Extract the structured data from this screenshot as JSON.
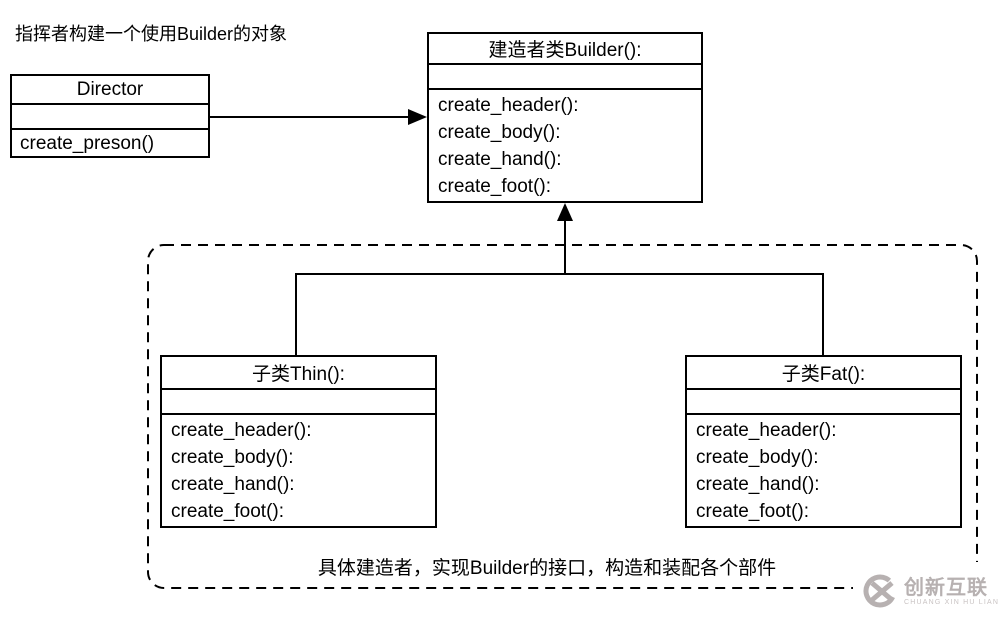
{
  "top_label": "指挥者构建一个使用Builder的对象",
  "director_box": {
    "title": "Director",
    "methods": [
      "create_preson()"
    ]
  },
  "builder_box": {
    "title": "建造者类Builder():",
    "methods": [
      "create_header():",
      "create_body():",
      "create_hand():",
      "create_foot():"
    ]
  },
  "thin_box": {
    "title": "子类Thin():",
    "methods": [
      "create_header():",
      "create_body():",
      "create_hand():",
      "create_foot():"
    ]
  },
  "fat_box": {
    "title": "子类Fat():",
    "methods": [
      "create_header():",
      "create_body():",
      "create_hand():",
      "create_foot():"
    ]
  },
  "caption": "具体建造者，实现Builder的接口，构造和装配各个部件",
  "watermark": {
    "name": "创新互联",
    "subtitle": "CHUANG XIN HU LIAN",
    "color": "#b7b1b1"
  },
  "colors": {
    "line": "#000000",
    "background": "#ffffff"
  }
}
